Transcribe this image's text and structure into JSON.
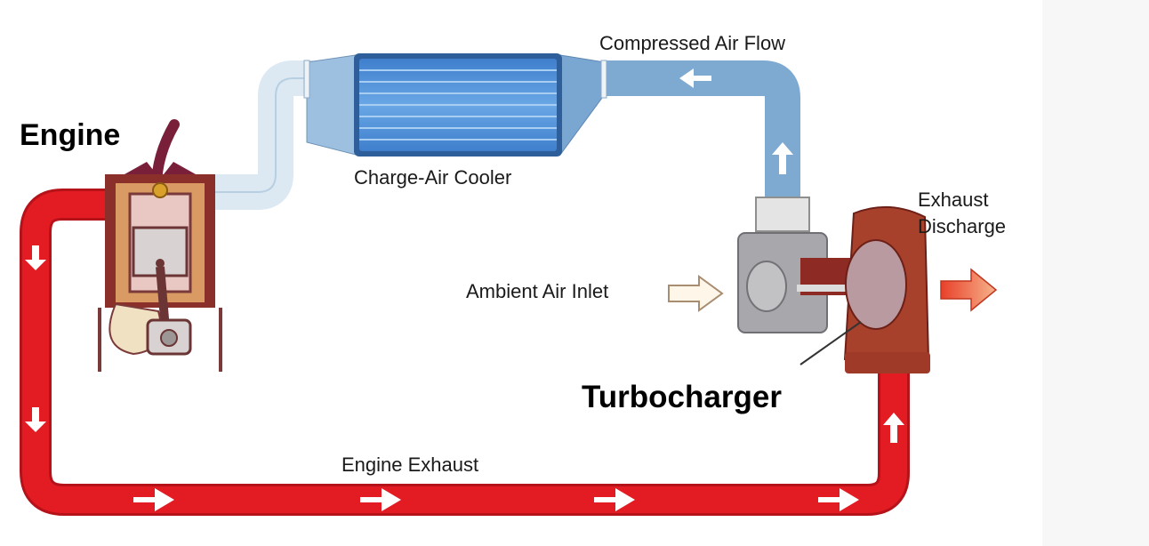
{
  "labels": {
    "engine": "Engine",
    "charge_air_cooler": "Charge-Air Cooler",
    "compressed_air_flow": "Compressed Air Flow",
    "exhaust_discharge_line1": "Exhaust",
    "exhaust_discharge_line2": "Discharge",
    "ambient_air_inlet": "Ambient Air Inlet",
    "turbocharger": "Turbocharger",
    "engine_exhaust": "Engine Exhaust"
  },
  "colors": {
    "exhaust_pipe": "#e31b23",
    "exhaust_pipe_dark": "#b5121a",
    "air_pipe_cold": "#dce9f2",
    "air_pipe_warm": "#7ea9d1",
    "cooler_core": "#4f8fd6",
    "engine_block": "#8a2f2a",
    "turbine_housing": "#a8412c",
    "compressor_housing": "#9a9a9e"
  }
}
